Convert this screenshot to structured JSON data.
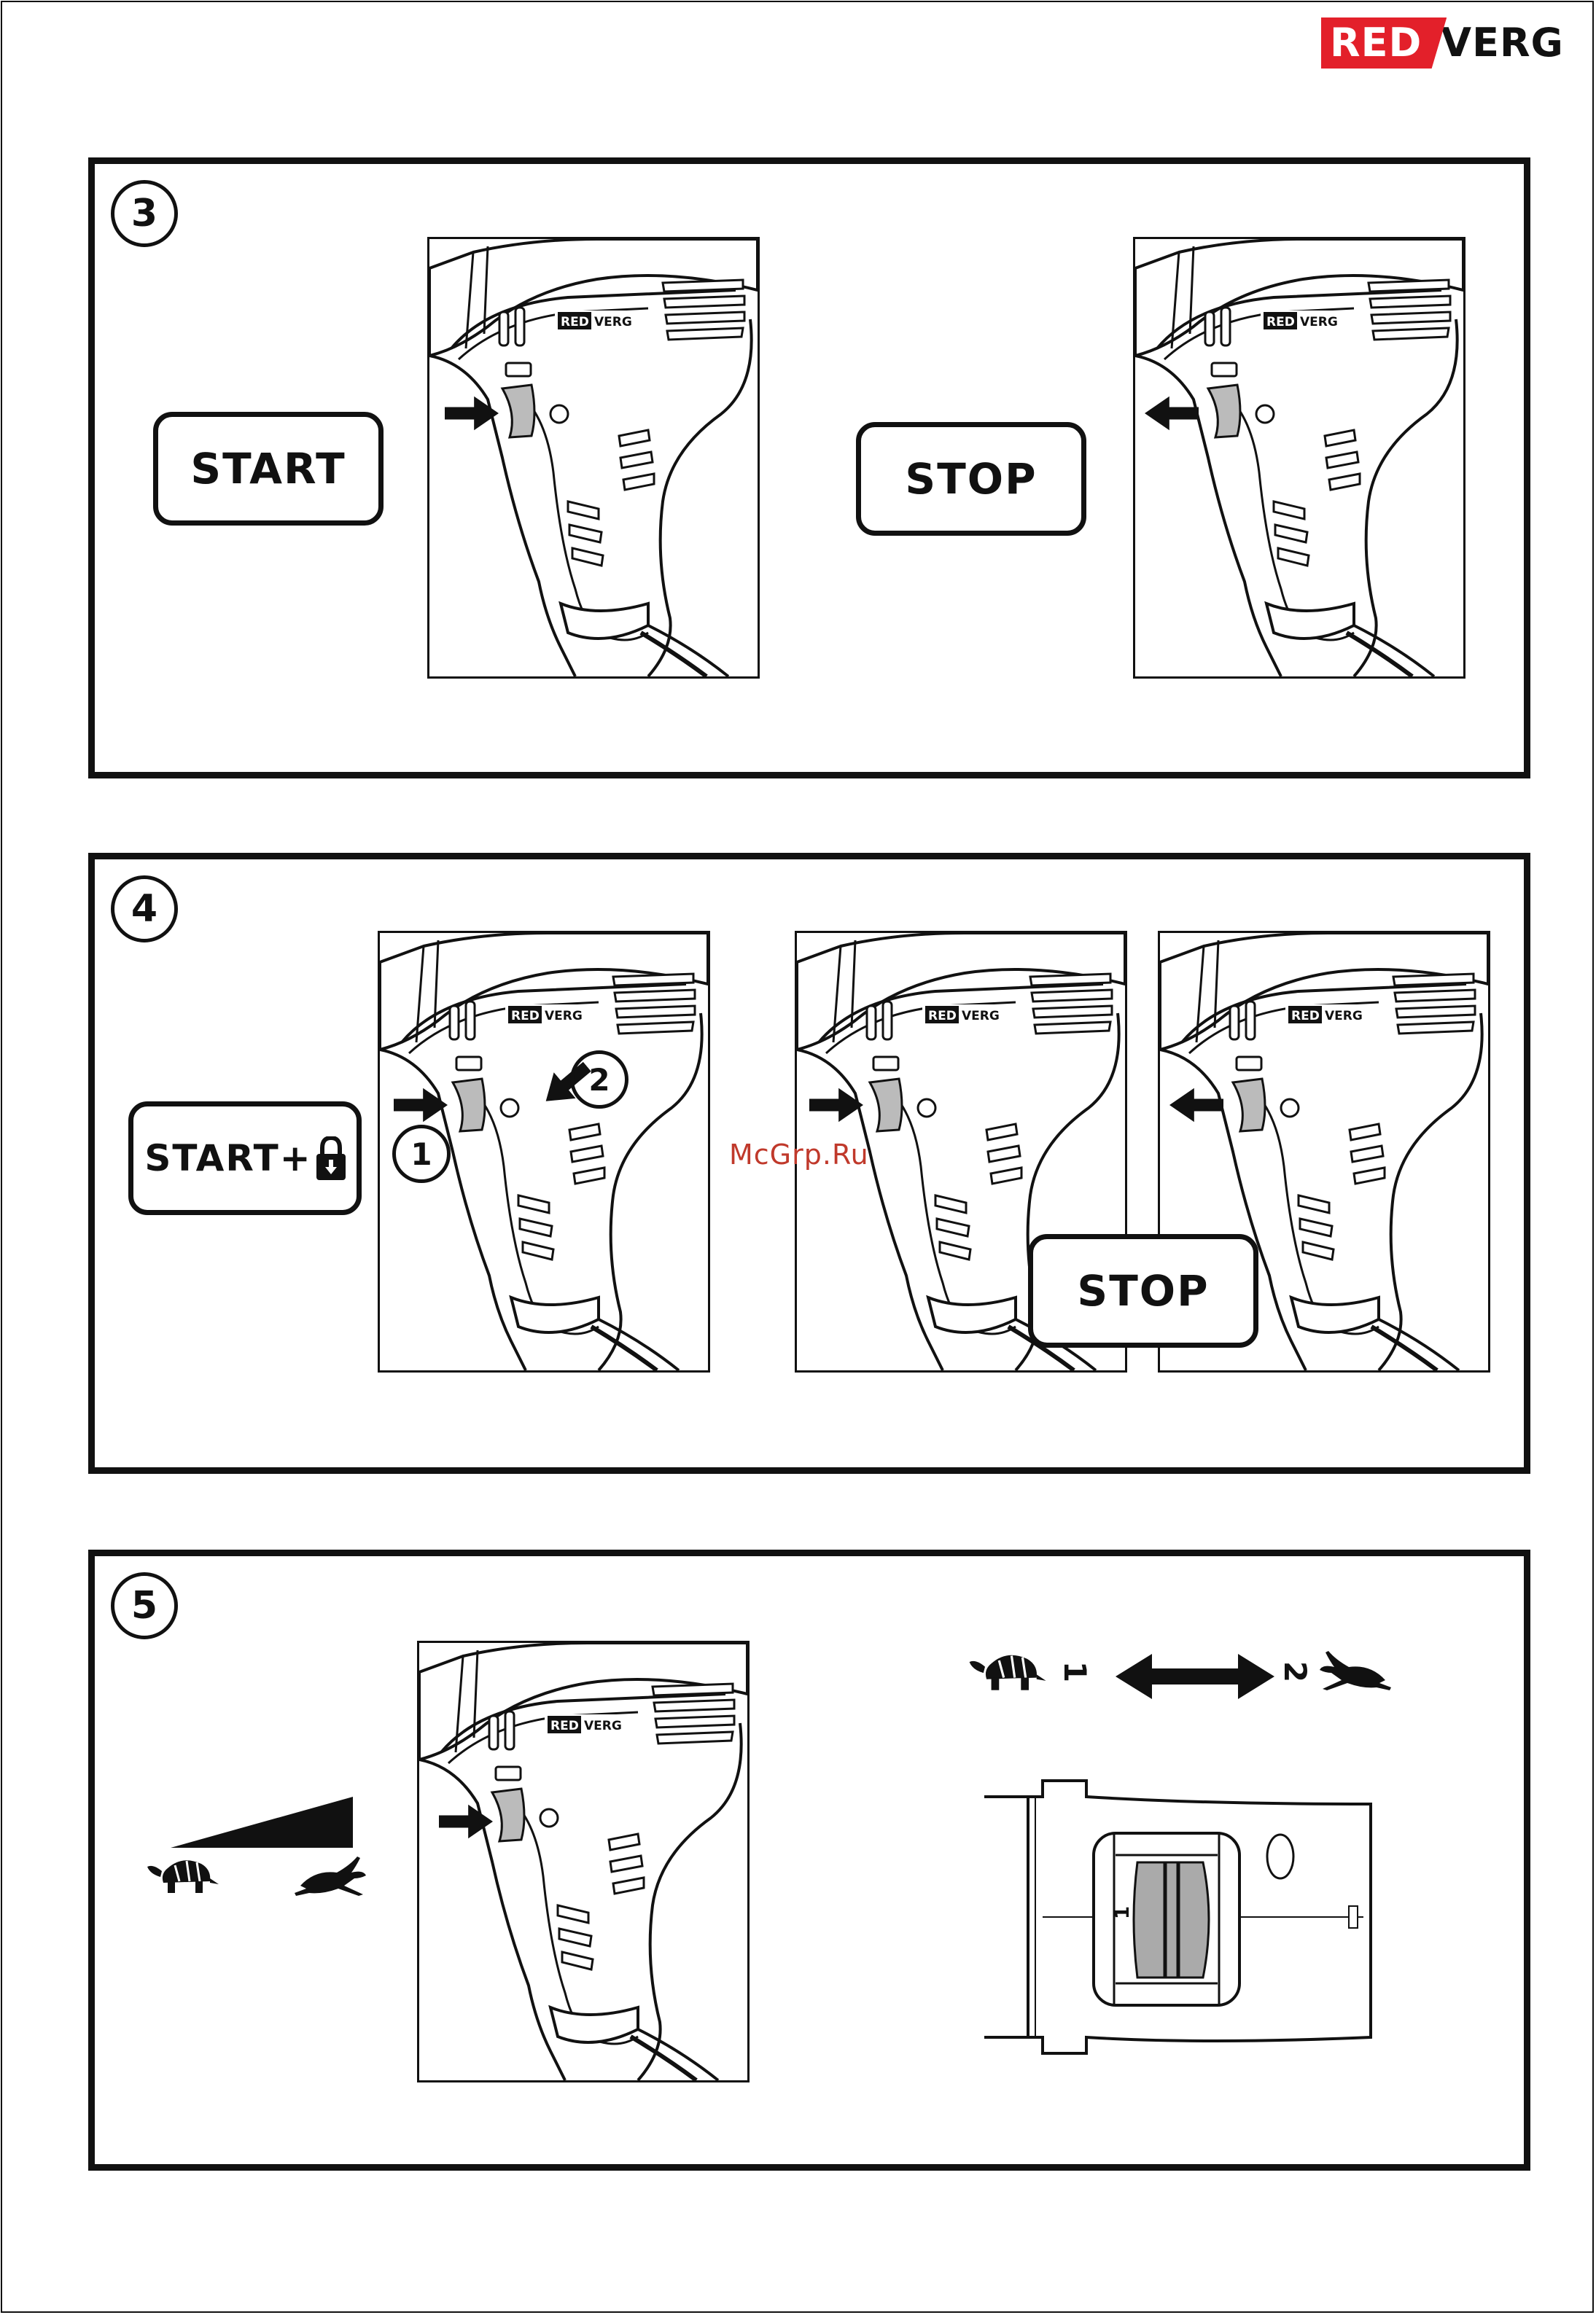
{
  "brand": {
    "logo_red": "RED",
    "logo_verg": "VERG",
    "drill_logo_red": "RED",
    "drill_logo_verg": "VERG"
  },
  "steps": {
    "step3": {
      "number": "3",
      "start_label": "START",
      "stop_label": "STOP"
    },
    "step4": {
      "number": "4",
      "start_lock_label": "START+",
      "stop_label": "STOP",
      "callout_1": "1",
      "callout_2": "2"
    },
    "step5": {
      "number": "5",
      "speed_low": "1",
      "speed_high": "2",
      "switch_mark": "1"
    }
  },
  "watermark": "McGrp.Ru",
  "icons": {
    "turtle": "turtle-icon",
    "hare": "hare-icon",
    "lock": "lock-icon",
    "arrow": "arrow-icon"
  }
}
